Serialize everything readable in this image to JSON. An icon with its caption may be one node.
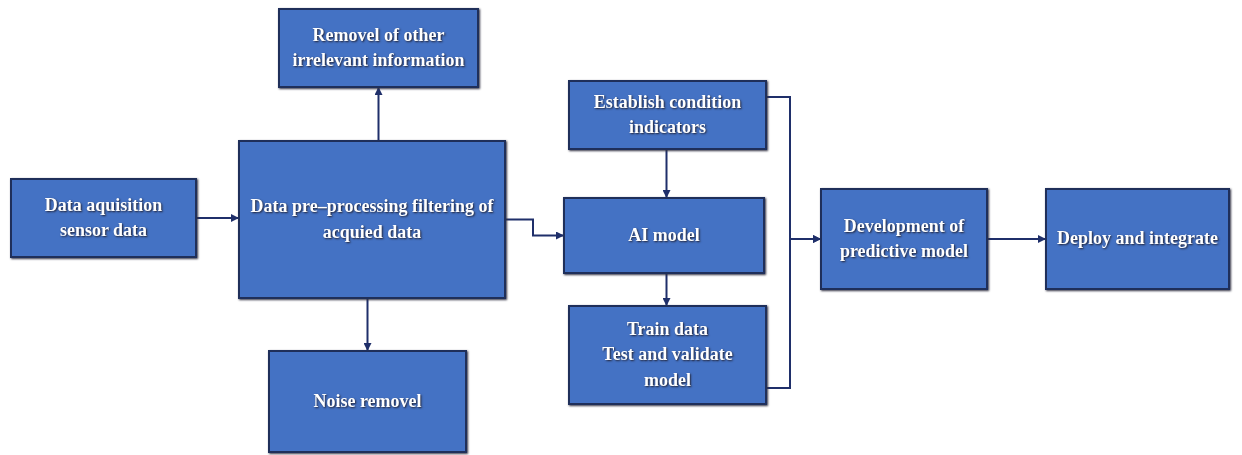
{
  "diagram": {
    "nodes": [
      {
        "text": [
          "Data aquisition sensor data"
        ]
      },
      {
        "text": [
          "Data pre–processing filtering of acquied data"
        ]
      },
      {
        "text": [
          "Removel of other irrelevant information"
        ]
      },
      {
        "text": [
          "Noise removel"
        ]
      },
      {
        "text": [
          "Establish condition indicators"
        ]
      },
      {
        "text": [
          "AI model"
        ]
      },
      {
        "text": [
          "Train data",
          "Test and validate model"
        ]
      },
      {
        "text": [
          "Development of predictive model"
        ]
      },
      {
        "text": [
          "Deploy and integrate"
        ]
      }
    ],
    "edges": [
      {
        "from": 0,
        "to": 1,
        "arrow": "to"
      },
      {
        "from": 1,
        "to": 2,
        "arrow": "to"
      },
      {
        "from": 1,
        "to": 3,
        "arrow": "to"
      },
      {
        "from": 1,
        "to": 5,
        "arrow": "to"
      },
      {
        "from": 4,
        "to": 5,
        "arrow": "to"
      },
      {
        "from": 5,
        "to": 6,
        "arrow": "to"
      },
      {
        "from": 4,
        "to": 7,
        "arrow": "to"
      },
      {
        "from": 6,
        "to": 7,
        "arrow": "to"
      },
      {
        "from": 7,
        "to": 8,
        "arrow": "to"
      }
    ]
  }
}
